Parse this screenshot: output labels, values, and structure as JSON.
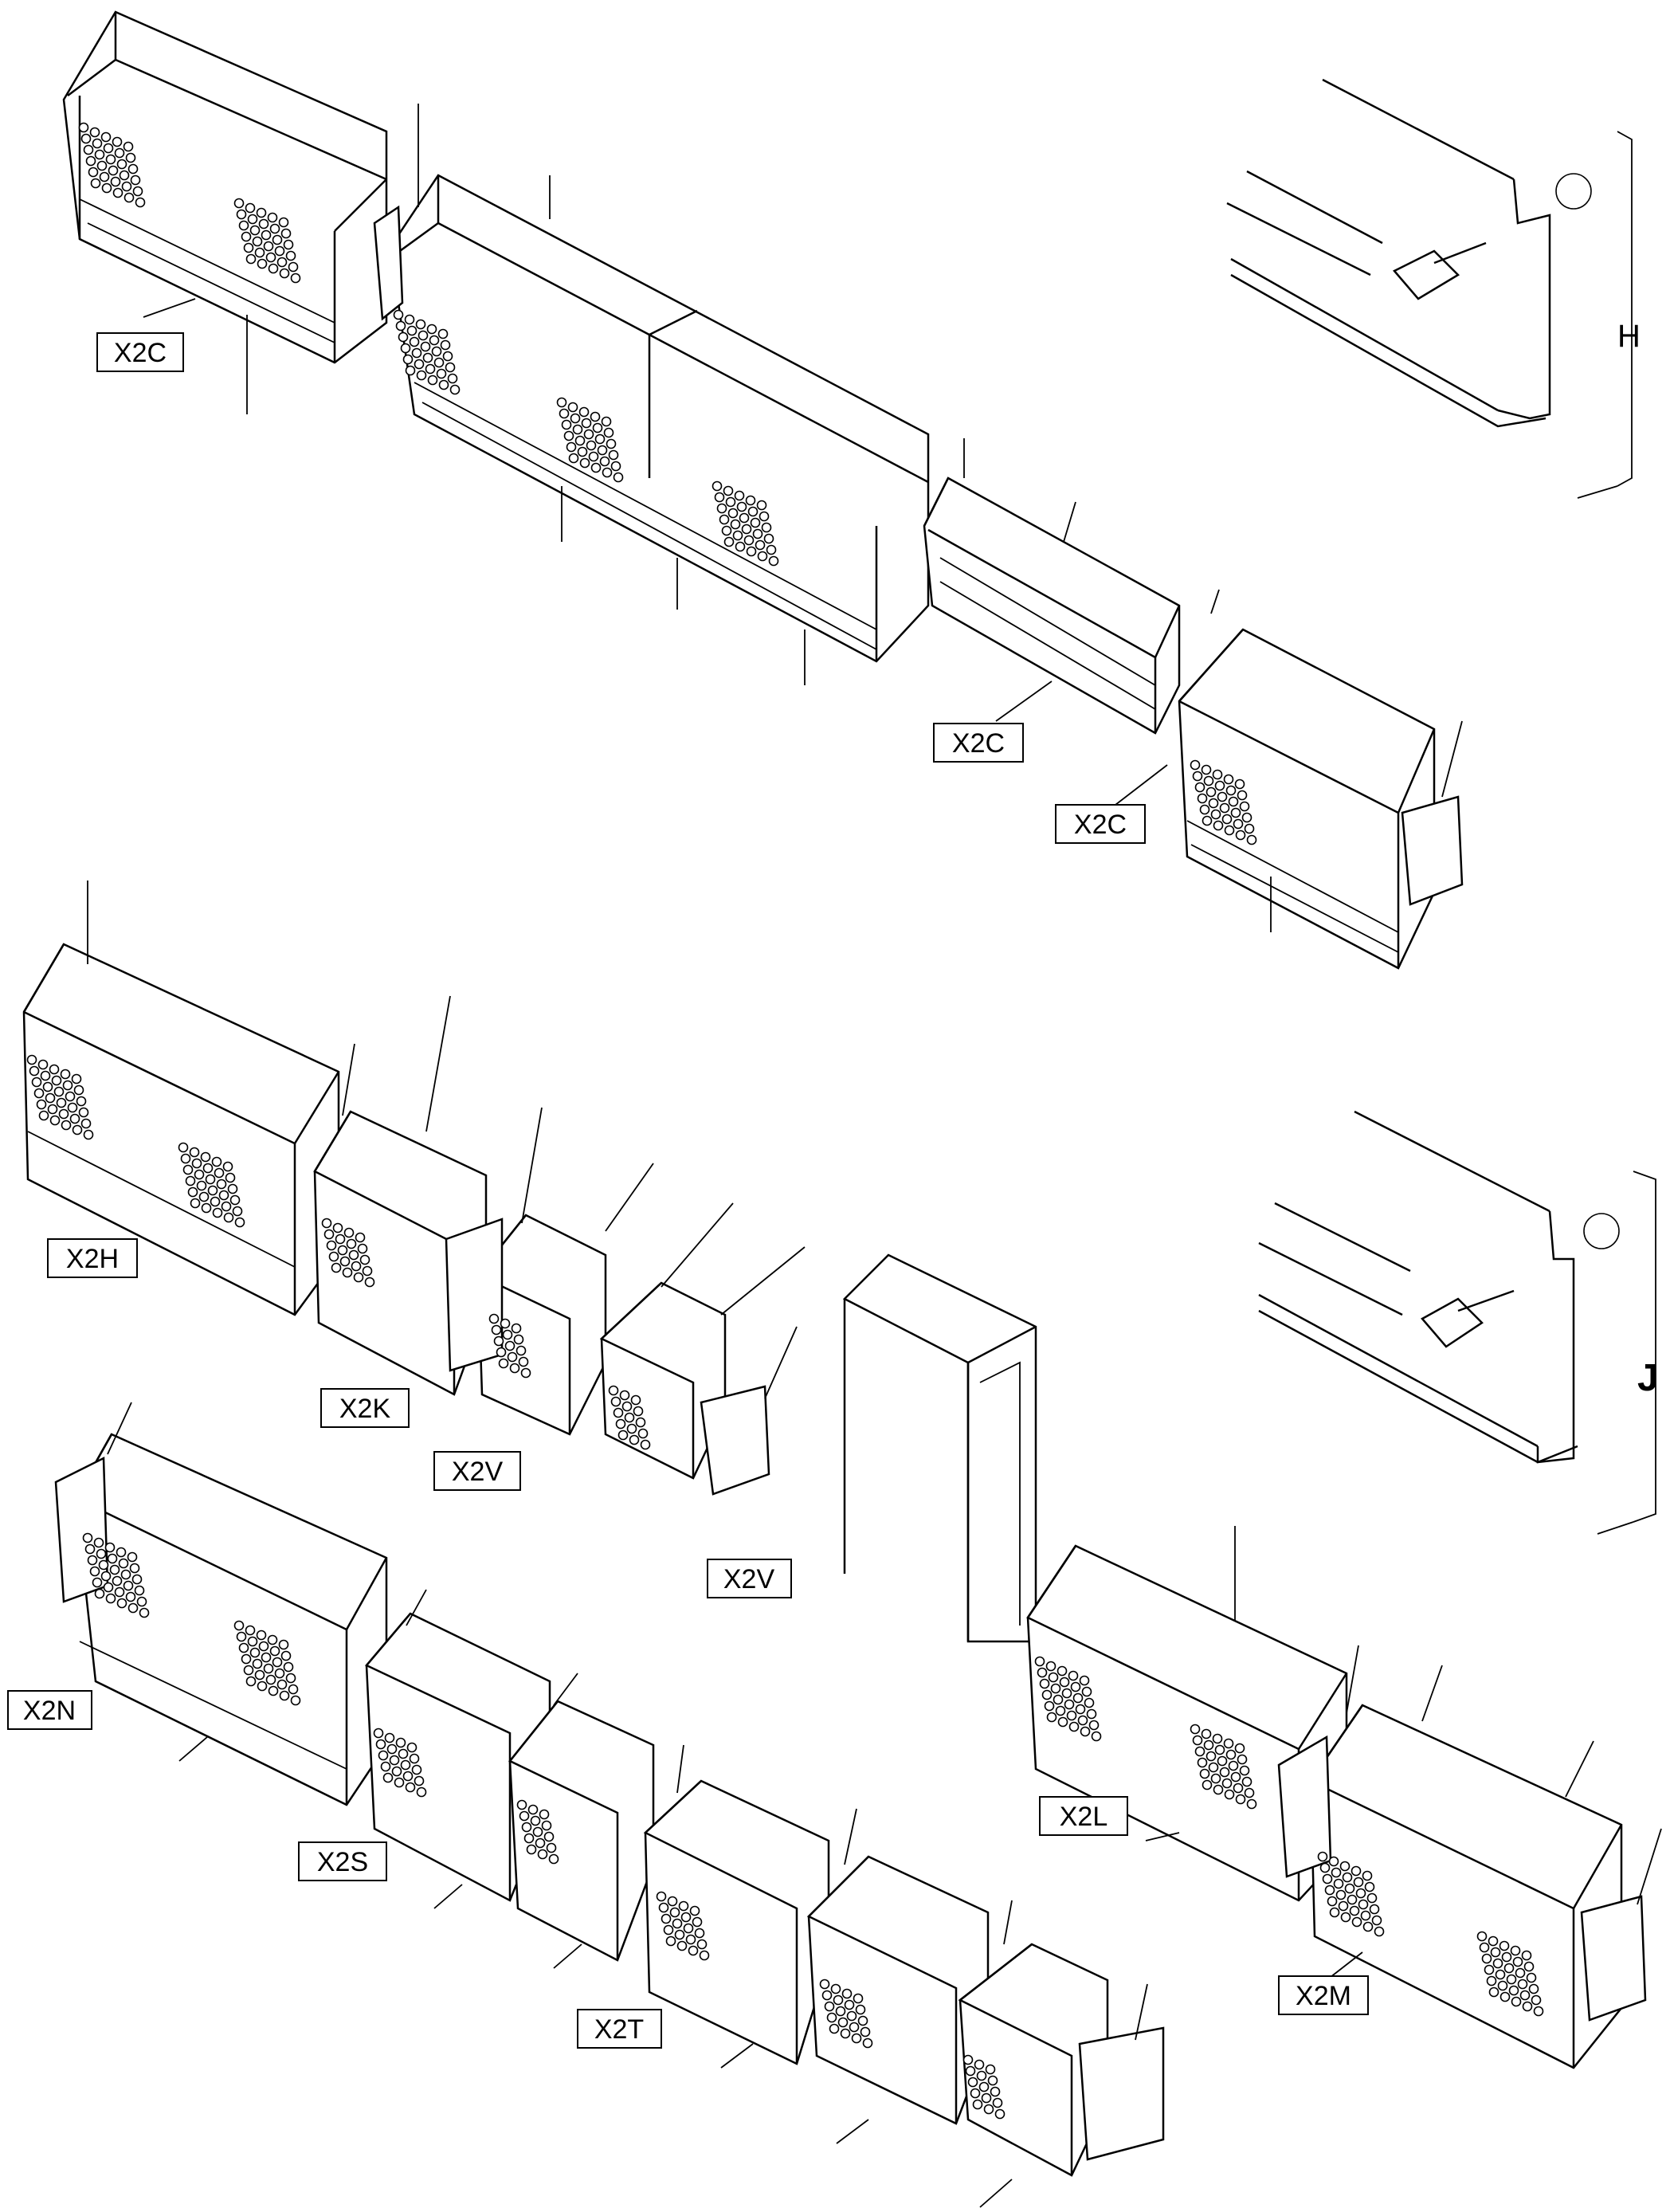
{
  "labels": {
    "x2c_1": "X2C",
    "x2c_2": "X2C",
    "x2c_3": "X2C",
    "x2h": "X2H",
    "x2k": "X2K",
    "x2v_1": "X2V",
    "x2v_2": "X2V",
    "x2n": "X2N",
    "x2s": "X2S",
    "x2t": "X2T",
    "x2l": "X2L",
    "x2m": "X2M"
  },
  "groups": {
    "h": "H",
    "j": "J"
  },
  "colors": {
    "ink": "#000000",
    "paper": "#ffffff"
  }
}
